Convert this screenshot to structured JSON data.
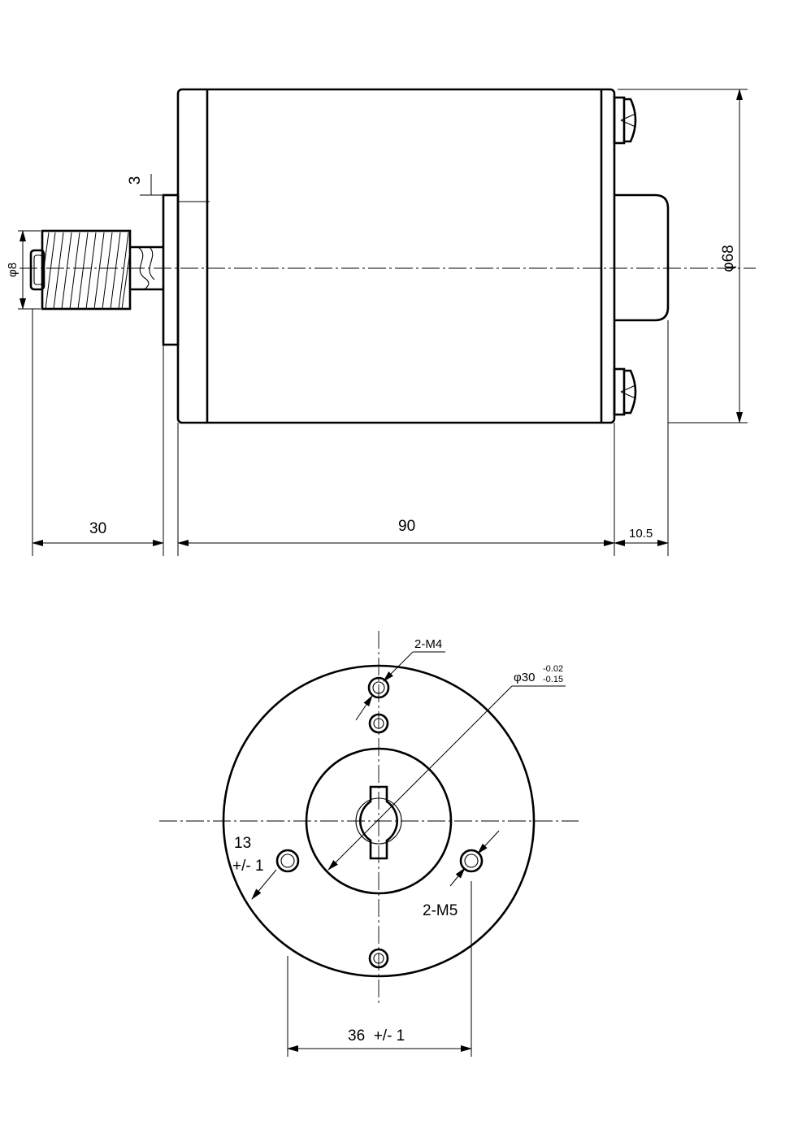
{
  "side_view": {
    "dims": {
      "shaft_length": "30",
      "body_length": "90",
      "rear_boss": "10.5",
      "flange_thickness": "3",
      "shaft_diameter": "φ8",
      "body_diameter": "φ68"
    }
  },
  "front_view": {
    "dims": {
      "m4_holes": "2-M4",
      "pilot_diameter": "φ30",
      "pilot_tol_upper": "-0.02",
      "pilot_tol_lower": "-0.15",
      "m5_holes": "2-M5",
      "hole_offset_value": "13",
      "hole_offset_tol": "+/- 1",
      "hole_spacing": "36  +/- 1"
    }
  }
}
